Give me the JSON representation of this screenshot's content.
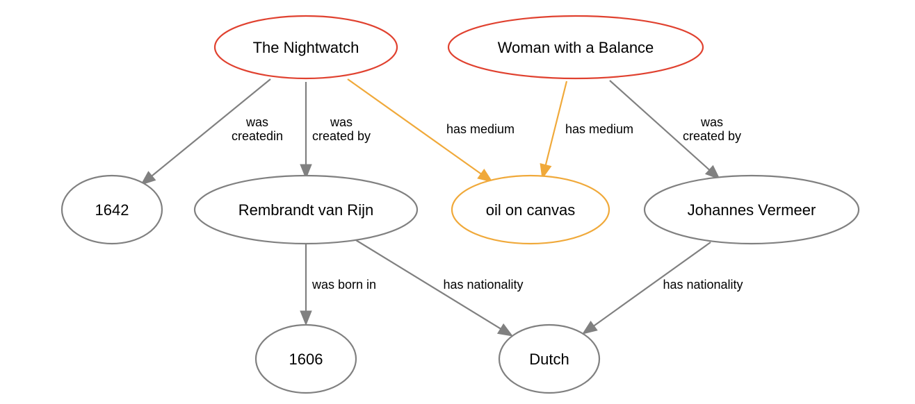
{
  "colors": {
    "highlight_node": "#e0412f",
    "highlight_edge": "#f0a93a",
    "default": "#808080",
    "text": "#000000",
    "background": "#ffffff"
  },
  "nodes": [
    {
      "id": "nightwatch",
      "label": "The Nightwatch",
      "style": "highlight_node"
    },
    {
      "id": "woman-balance",
      "label": "Woman with a Balance",
      "style": "highlight_node"
    },
    {
      "id": "year-1642",
      "label": "1642",
      "style": "default"
    },
    {
      "id": "rembrandt",
      "label": "Rembrandt van Rijn",
      "style": "default"
    },
    {
      "id": "oil-canvas",
      "label": "oil on canvas",
      "style": "highlight_edge"
    },
    {
      "id": "vermeer",
      "label": "Johannes Vermeer",
      "style": "default"
    },
    {
      "id": "year-1606",
      "label": "1606",
      "style": "default"
    },
    {
      "id": "dutch",
      "label": "Dutch",
      "style": "default"
    }
  ],
  "edges": [
    {
      "id": "nightwatch-1642",
      "from": "nightwatch",
      "to": "year-1642",
      "label": [
        "was",
        "createdin"
      ],
      "style": "default"
    },
    {
      "id": "nightwatch-rembrandt",
      "from": "nightwatch",
      "to": "rembrandt",
      "label": [
        "was",
        "created by"
      ],
      "style": "default"
    },
    {
      "id": "nightwatch-oil",
      "from": "nightwatch",
      "to": "oil-canvas",
      "label": [
        "has medium"
      ],
      "style": "highlight_edge"
    },
    {
      "id": "woman-oil",
      "from": "woman-balance",
      "to": "oil-canvas",
      "label": [
        "has medium"
      ],
      "style": "highlight_edge"
    },
    {
      "id": "woman-vermeer",
      "from": "woman-balance",
      "to": "vermeer",
      "label": [
        "was",
        "created by"
      ],
      "style": "default"
    },
    {
      "id": "rembrandt-1606",
      "from": "rembrandt",
      "to": "year-1606",
      "label": [
        "was born in"
      ],
      "style": "default"
    },
    {
      "id": "rembrandt-dutch",
      "from": "rembrandt",
      "to": "dutch",
      "label": [
        "has nationality"
      ],
      "style": "default"
    },
    {
      "id": "vermeer-dutch",
      "from": "vermeer",
      "to": "dutch",
      "label": [
        "has nationality"
      ],
      "style": "default"
    }
  ]
}
